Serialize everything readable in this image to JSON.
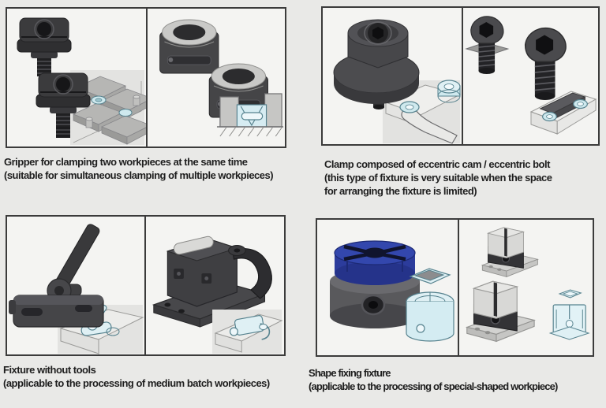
{
  "colors": {
    "page_bg": "#e9e9e7",
    "panel_bg": "#f4f4f2",
    "panel_border": "#3b3b3b",
    "caption_text": "#1e1e1e",
    "metal_dark": "#3f3f42",
    "metal_mid": "#55555a",
    "metal_ring_light": "#c9c9c7",
    "accent_blue": "#2c3c9c",
    "line_art_cyan_fill": "#dff0f4",
    "line_art_cyan_stroke": "#56828e",
    "inset_bg": "#e3e3e1"
  },
  "quadrants": [
    {
      "id": "gripper-clamp",
      "caption_lines": [
        "Gripper for clamping two workpieces at the same time",
        "(suitable for simultaneous clamping of multiple workpieces)"
      ],
      "illustrations": [
        "double-gripper-stud-clamps-with-workpiece-layout-inset",
        "ring-top-clamp-blocks-with-groove-cross-section-inset"
      ]
    },
    {
      "id": "eccentric-clamp",
      "caption_lines": [
        "Clamp composed of eccentric cam / eccentric bolt",
        "(this type of fixture is very suitable when the space",
        "for arranging the fixture is limited)"
      ],
      "illustrations": [
        "eccentric-cam-nut-with-wrench-inset",
        "eccentric-socket-bolts-with-clamped-bar-inset"
      ]
    },
    {
      "id": "fixture-without-tools",
      "caption_lines": [
        "Fixture without tools",
        "(applicable to the processing of medium batch workpieces)"
      ],
      "illustrations": [
        "lever-handle-toggle-clamp-with-plate-inset",
        "cam-action-box-clamp-with-plate-inset"
      ]
    },
    {
      "id": "shape-fixing-fixture",
      "caption_lines": [
        "Shape fixing fixture",
        "(applicable to the processing of special-shaped workpiece)"
      ],
      "illustrations": [
        "blue-collet-round-fixture-with-lineart-inset",
        "split-jaw-vise-fixtures-with-lineart-inset"
      ]
    }
  ]
}
